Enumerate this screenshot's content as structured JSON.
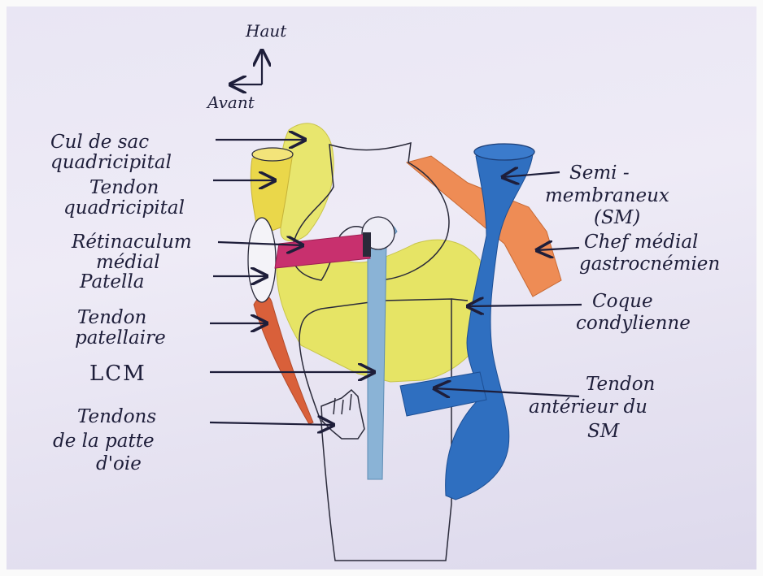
{
  "orientation": {
    "up_label": "Haut",
    "front_label": "Avant"
  },
  "labels": {
    "left": {
      "cul_de_sac": [
        "Cul de sac",
        "quadricipital"
      ],
      "tendon_quadricipital": [
        "Tendon",
        "quadricipital"
      ],
      "retinaculum": [
        "Rétinaculum",
        "médial"
      ],
      "patella": [
        "Patella"
      ],
      "tendon_patellaire": [
        "Tendon",
        "patellaire"
      ],
      "lcm": [
        "LCM"
      ],
      "patte_oie": [
        "Tendons",
        "de la patte",
        "d'oie"
      ]
    },
    "right": {
      "semi_membraneux": [
        "Semi -",
        "membraneux",
        "(SM)"
      ],
      "gastrocnemien": [
        "Chef médial",
        "gastrocnémien"
      ],
      "coque": [
        "Coque",
        "condylienne"
      ],
      "tendon_ant_sm": [
        "Tendon",
        "antérieur du",
        "SM"
      ]
    }
  },
  "colors": {
    "quadriceps_yellow": "#e6d94a",
    "bursa_yellow": "#e8e66e",
    "retinaculum_magenta": "#c8306e",
    "tendon_red": "#d9603a",
    "gastrocnemius_orange": "#ee8c55",
    "semimembranosus_blue": "#2f6fc0",
    "lcm_blue": "#8ab3d6",
    "ink": "#1e1e3a"
  },
  "icons": {
    "up_arrow": "arrow-up-icon",
    "left_arrow": "arrow-left-icon"
  }
}
